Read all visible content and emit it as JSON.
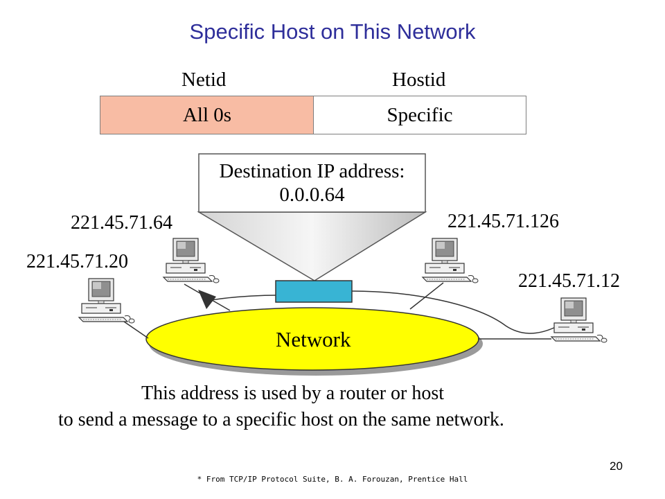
{
  "title": "Specific Host on This Network",
  "address_format": {
    "netid_label": "Netid",
    "hostid_label": "Hostid",
    "netid_value": "All 0s",
    "hostid_value": "Specific",
    "netid_fill": "#f8bca4"
  },
  "packet": {
    "line1": "Destination IP address:",
    "line2": "0.0.0.64",
    "color": "#38b4d4"
  },
  "network": {
    "label": "Network",
    "color": "#ffff00"
  },
  "hosts": [
    {
      "ip": "221.45.71.64"
    },
    {
      "ip": "221.45.71.20"
    },
    {
      "ip": "221.45.71.126"
    },
    {
      "ip": "221.45.71.12"
    }
  ],
  "caption": {
    "line1": "This address is used by a router or host",
    "line2": "to send a message to a specific host on the same network."
  },
  "footnote": "* From TCP/IP Protocol Suite, B. A. Forouzan, Prentice Hall",
  "page_number": "20"
}
